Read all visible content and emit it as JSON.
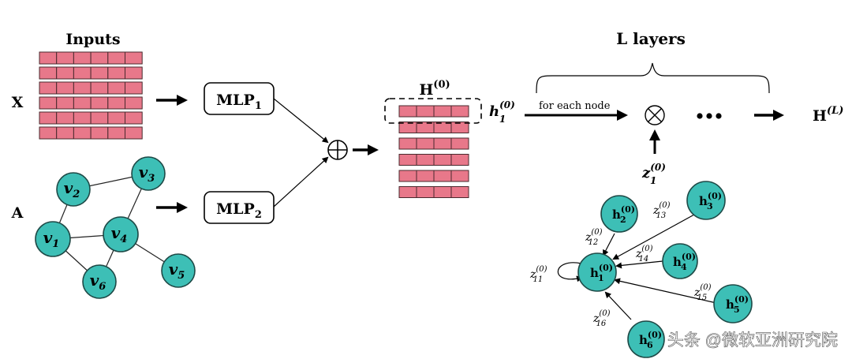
{
  "title_inputs": "Inputs",
  "title_layers": "L layers",
  "label_x": "X",
  "label_a": "A",
  "mlp1": {
    "base": "MLP",
    "sub": "1"
  },
  "mlp2": {
    "base": "MLP",
    "sub": "2"
  },
  "h0": {
    "base": "H",
    "sup": "(0)"
  },
  "h1_label": {
    "base": "h",
    "sub": "1",
    "sup": "(0)"
  },
  "for_each_node": "for each node",
  "otimes": "⊗",
  "oplus": "⊕",
  "ellipsis": "•••",
  "hl": {
    "base": "H",
    "sup": "(L)"
  },
  "z1": {
    "base": "z",
    "sub": "1",
    "sup": "(0)"
  },
  "graph_nodes": [
    {
      "id": "v1",
      "base": "v",
      "sub": "1"
    },
    {
      "id": "v2",
      "base": "v",
      "sub": "2"
    },
    {
      "id": "v3",
      "base": "v",
      "sub": "3"
    },
    {
      "id": "v4",
      "base": "v",
      "sub": "4"
    },
    {
      "id": "v5",
      "base": "v",
      "sub": "5"
    },
    {
      "id": "v6",
      "base": "v",
      "sub": "6"
    }
  ],
  "attention_nodes": [
    {
      "id": "h1",
      "base": "h",
      "sub": "1",
      "sup": "(0)"
    },
    {
      "id": "h2",
      "base": "h",
      "sub": "2",
      "sup": "(0)"
    },
    {
      "id": "h3",
      "base": "h",
      "sub": "3",
      "sup": "(0)"
    },
    {
      "id": "h4",
      "base": "h",
      "sub": "4",
      "sup": "(0)"
    },
    {
      "id": "h5",
      "base": "h",
      "sub": "5",
      "sup": "(0)"
    },
    {
      "id": "h6",
      "base": "h",
      "sub": "6",
      "sup": "(0)"
    }
  ],
  "attention_weights": [
    {
      "id": "z11",
      "base": "z",
      "sub": "11",
      "sup": "(0)"
    },
    {
      "id": "z12",
      "base": "z",
      "sub": "12",
      "sup": "(0)"
    },
    {
      "id": "z13",
      "base": "z",
      "sub": "13",
      "sup": "(0)"
    },
    {
      "id": "z14",
      "base": "z",
      "sub": "14",
      "sup": "(0)"
    },
    {
      "id": "z15",
      "base": "z",
      "sub": "15",
      "sup": "(0)"
    },
    {
      "id": "z16",
      "base": "z",
      "sub": "16",
      "sup": "(0)"
    }
  ],
  "watermark": "头条 @微软亚洲研究院",
  "colors": {
    "matrix_cell": "#e8788a",
    "node_fill": "#3dbfb6"
  }
}
